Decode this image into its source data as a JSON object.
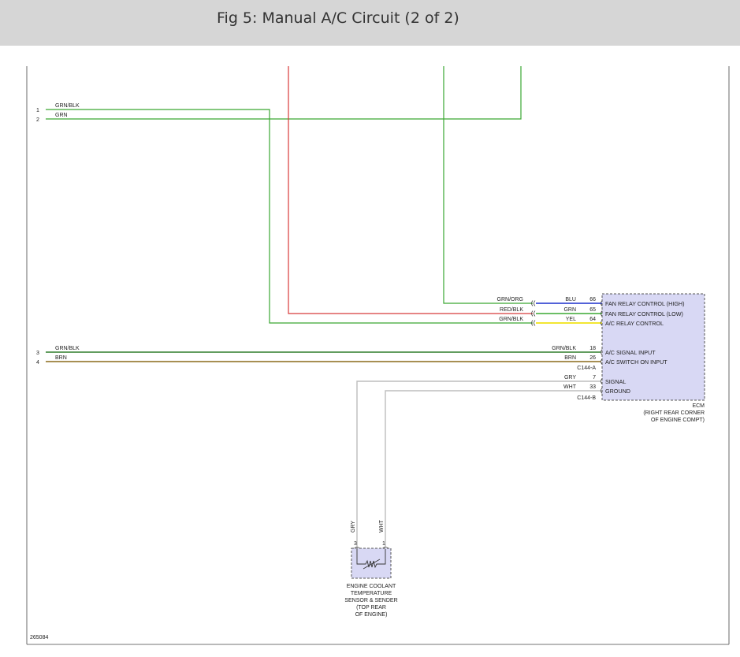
{
  "title": "Fig 5: Manual A/C Circuit (2 of 2)",
  "figure_id": "265084",
  "left_pins": [
    {
      "pin": "1",
      "color_code": "GRN/BLK"
    },
    {
      "pin": "2",
      "color_code": "GRN"
    },
    {
      "pin": "3",
      "color_code": "GRN/BLK"
    },
    {
      "pin": "4",
      "color_code": "BRN"
    }
  ],
  "ecm": {
    "title": "ECM",
    "location_line1": "(RIGHT REAR CORNER",
    "location_line2": "OF ENGINE COMPT)",
    "connector_a": "C144-A",
    "connector_b": "C144-B",
    "pins": [
      {
        "pin": "66",
        "wire": "BLU",
        "incoming": "GRN/ORG",
        "function": "FAN RELAY CONTROL (HIGH)",
        "color": "#1a2ecc"
      },
      {
        "pin": "65",
        "wire": "GRN",
        "incoming": "RED/BLK",
        "function": "FAN RELAY CONTROL (LOW)",
        "color": "#3aa832"
      },
      {
        "pin": "64",
        "wire": "YEL",
        "incoming": "GRN/BLK",
        "function": "A/C RELAY CONTROL",
        "color": "#f2e632"
      },
      {
        "pin": "18",
        "wire": "GRN/BLK",
        "function": "A/C SIGNAL INPUT"
      },
      {
        "pin": "26",
        "wire": "BRN",
        "function": "A/C SWITCH ON INPUT"
      },
      {
        "pin": "7",
        "wire": "GRY",
        "function": "SIGNAL"
      },
      {
        "pin": "33",
        "wire": "WHT",
        "function": "GROUND"
      }
    ]
  },
  "sensor": {
    "line1": "ENGINE COOLANT",
    "line2": "TEMPERATURE",
    "line3": "SENSOR & SENDER",
    "line4": "(TOP REAR",
    "line5": "OF ENGINE)",
    "pin_left": "3",
    "pin_right": "1",
    "wire_left": "GRY",
    "wire_right": "WHT"
  },
  "colors": {
    "green": "#3aa832",
    "red": "#d83a3a",
    "blue": "#1a2ecc",
    "yellow": "#f2e632",
    "dark_green": "#2f7d2a",
    "brown": "#8a6a1a",
    "gray": "#bdbdbd",
    "component_fill": "#d8d8f4"
  }
}
